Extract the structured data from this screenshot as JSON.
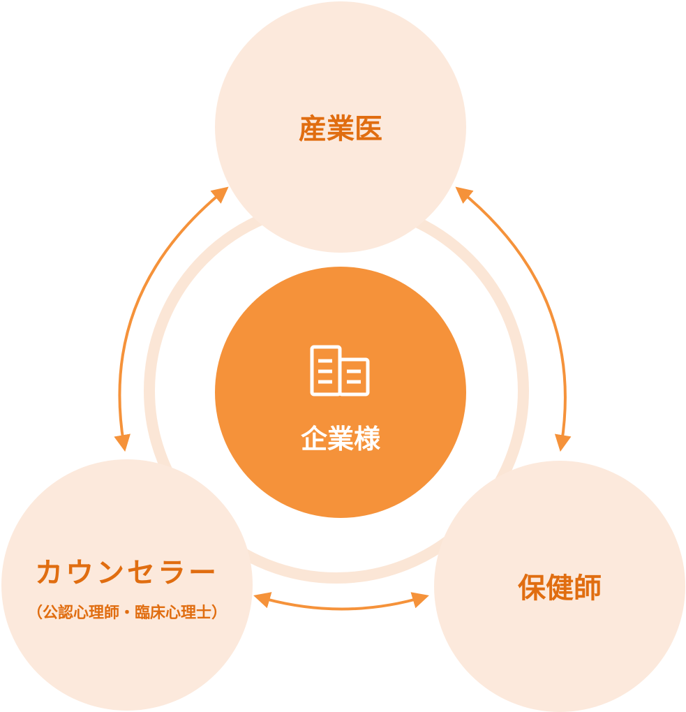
{
  "center": {
    "label": "企業様",
    "icon": "building-icon"
  },
  "nodes": {
    "top": {
      "label": "産業医"
    },
    "left": {
      "label": "カウンセラー",
      "sublabel": "（公認心理師・臨床心理士）"
    },
    "right": {
      "label": "保健師"
    }
  },
  "colors": {
    "accent": "#F5923A",
    "node_fill": "#FCE9DC",
    "ring": "#FBE6D6",
    "label_text": "#E06D10",
    "center_text": "#FFFFFF"
  }
}
